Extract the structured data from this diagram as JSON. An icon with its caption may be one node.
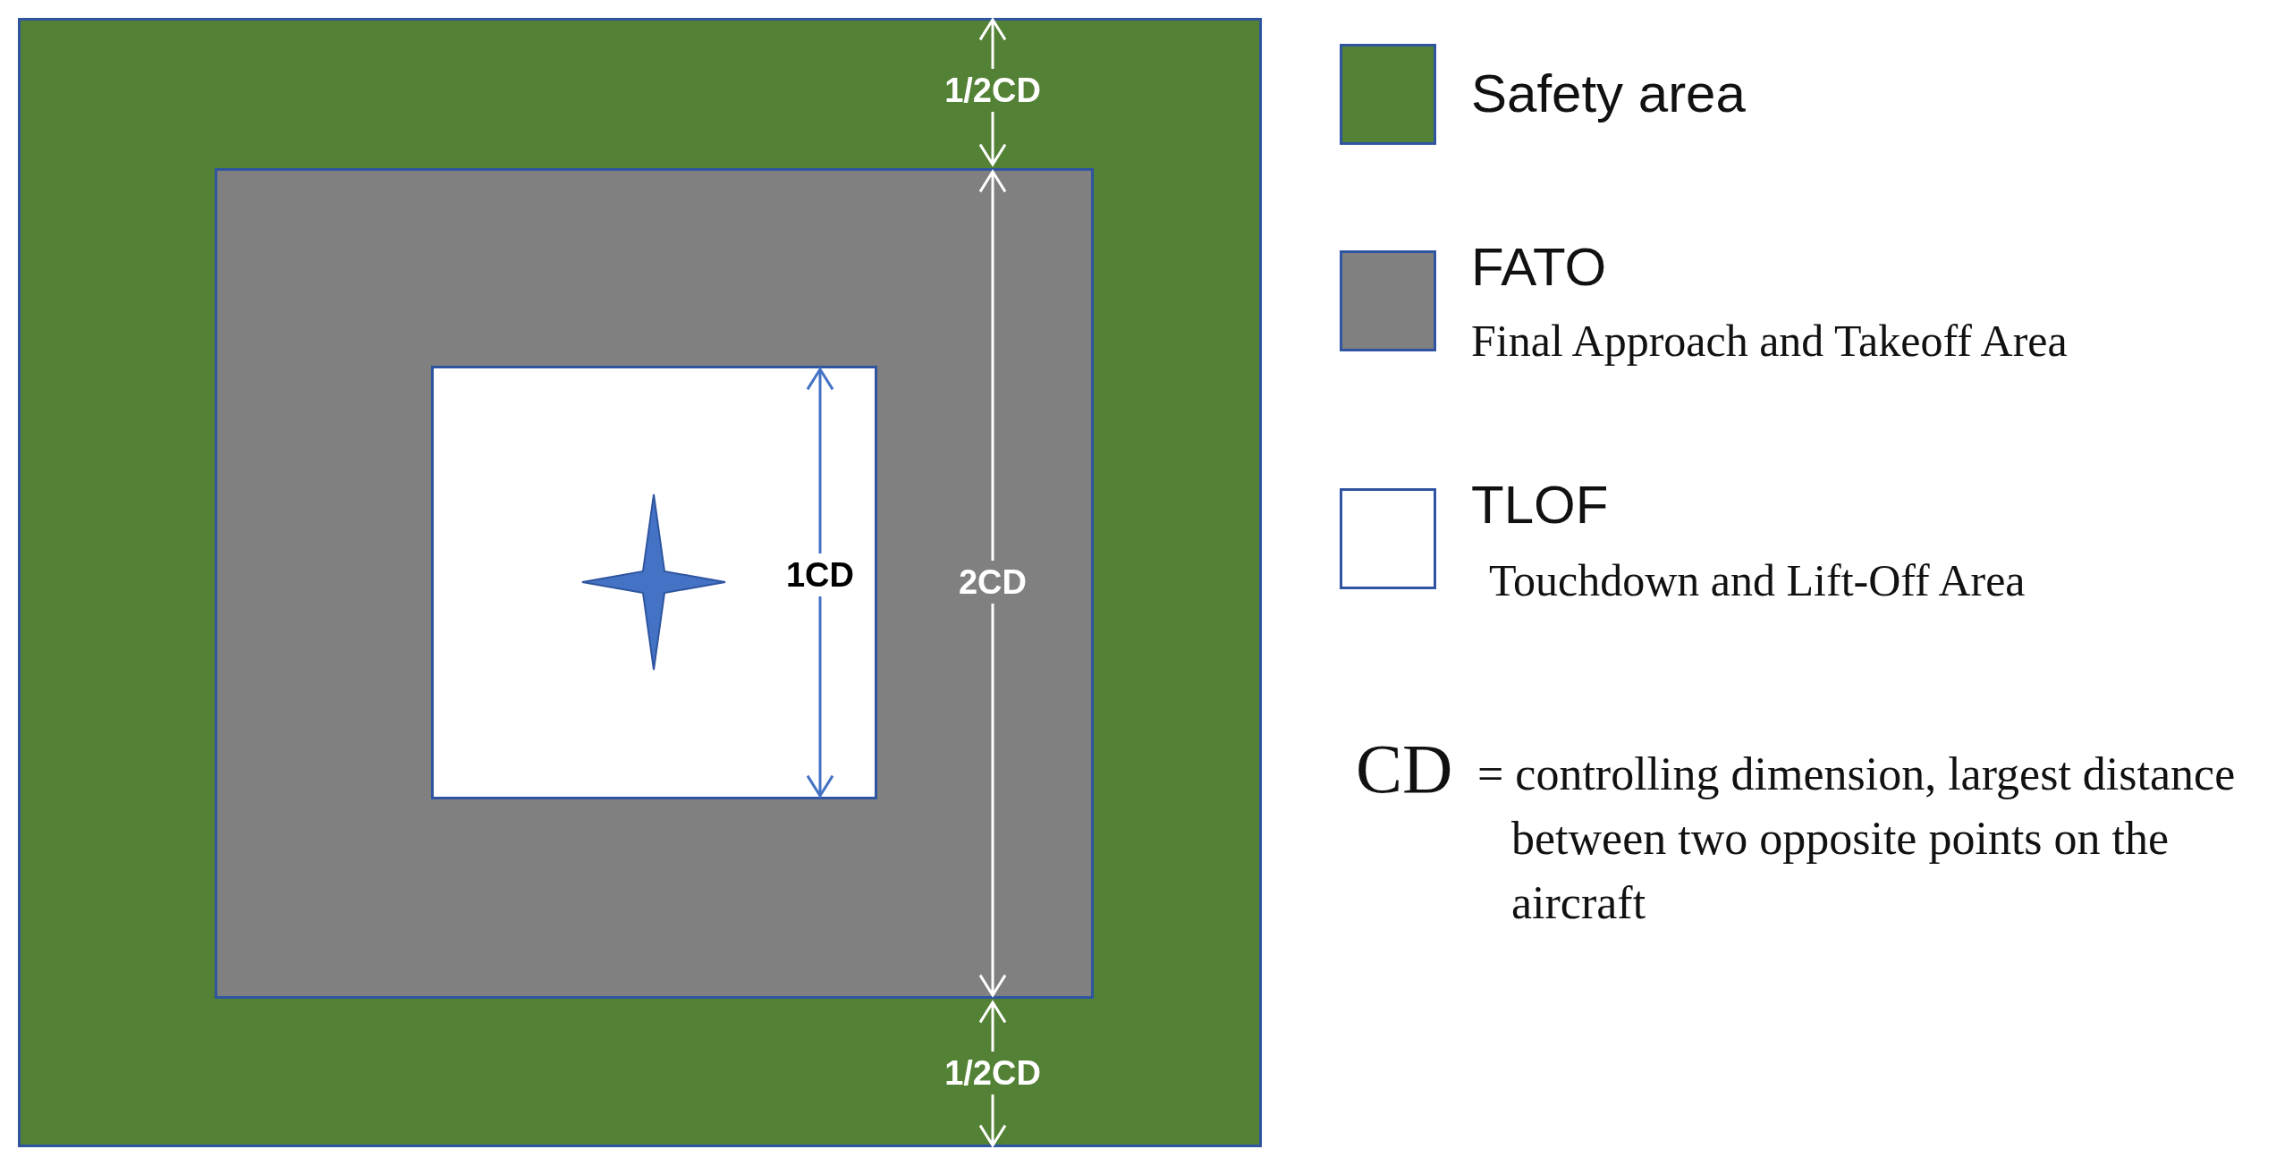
{
  "diagram": {
    "nodes": [
      {
        "text": [],
        "shape": "box"
      },
      {
        "text": [],
        "shape": "box",
        "in": 0
      },
      {
        "text": [],
        "shape": "box",
        "in": 1
      }
    ],
    "labels": [
      "1/2CD",
      "1CD",
      "2CD",
      "1/2CD",
      "Final Approach and Takeoff Area",
      "Touchdown and Lift-Off Area",
      "CD",
      "= controlling dimension, largest distance between two opposite points on the aircraft"
    ],
    "legend": [
      {
        "text": "Safety area",
        "color": "#538135"
      },
      {
        "text": "FATO",
        "color": "#808080"
      },
      {
        "text": "TLOF",
        "color": "#ffffff"
      }
    ]
  }
}
